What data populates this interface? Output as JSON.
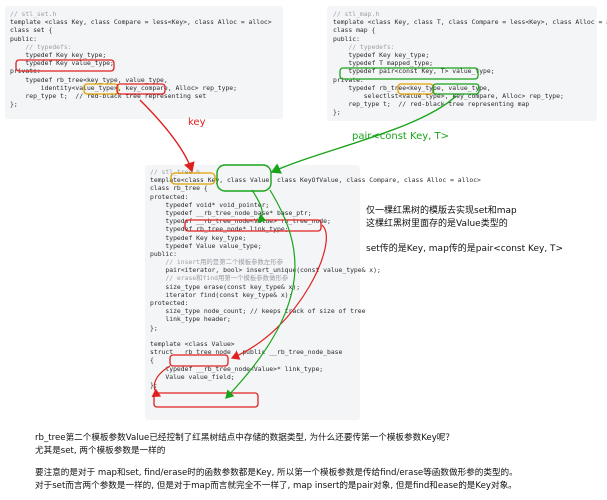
{
  "set_code": [
    "// stl_set.h",
    "template <class Key, class Compare = less<Key>, class Alloc = alloc>",
    "class set {",
    "public:",
    "    // typedefs:",
    "    typedef Key key_type;",
    "    typedef Key value_type;",
    "private:",
    "    typedef rb_tree<key_type, value_type,",
    "        identity<value_type>, key_compare, Alloc> rep_type;",
    "    rep_type t;  // red-black tree representing set",
    "};"
  ],
  "map_code": [
    "// stl_map.h",
    "template <class Key, class T, class Compare = less<Key>, class Alloc = alloc>",
    "class map {",
    "public:",
    "    // typedefs:",
    "    typedef Key key_type;",
    "    typedef T mapped_type;",
    "    typedef pair<const Key, T> value_type;",
    "private:",
    "    typedef rb_tree<key_type, value_type,",
    "        selectlst<value_type>, key_compare, Alloc> rep_type;",
    "    rep_type t;  // red-black tree representing map",
    "};"
  ],
  "tree_code": [
    "// stl_tree.h",
    "template<class Key, class Value, class KeyOfValue, class Compare, class Alloc = alloc>",
    "class rb_tree {",
    "protected:",
    "    typedef void* void_pointer;",
    "    typedef __rb_tree_node_base* base_ptr;",
    "    typedef __rb_tree_node<Value> rb_tree_node;",
    "    typedef rb_tree_node* link_type;",
    "    typedef Key key_type;",
    "    typedef Value value_type;",
    "public:",
    "    // insert用的是第二个模板参数左形参",
    "    pair<iterator, bool> insert_unique(const value_type& x);",
    "    // erase和find用第一个模板参数做形参",
    "    size_type erase(const key_type& x);",
    "    iterator find(const key_type& x);",
    "protected:",
    "    size_type node_count; // keeps track of size of tree",
    "    link_type header;",
    "};",
    "",
    "template <class Value>",
    "struct __rb_tree_node : public __rb_tree_node_base",
    "{",
    "    typedef __rb_tree_node<Value>* link_type;",
    "    Value value_field;",
    "};"
  ],
  "labels": {
    "key": "key",
    "pair": "pair<const Key, T>"
  },
  "note": {
    "line1": "仅一棵红黑树的模版去实现set和map",
    "line2": "这棵红黑树里面存的是Value类型的",
    "line3": "set传的是Key, map传的是pair<const Key, T>"
  },
  "bottom": {
    "line1": "rb_tree第二个模板参数Value已经控制了红黑树结点中存储的数据类型, 为什么还要传第一个模板参数Key呢？",
    "line2": "尤其是set, 两个模板参数是一样的",
    "line3": "要注意的是对于 map和set, find/erase时的函数参数都是Key, 所以第一个模板参数是传给find/erase等函数做形参的类型的。",
    "line4": "对于set而言两个参数是一样的, 但是对于map而言就完全不一样了, map insert的是pair对象, 但是find和ease的是Key对象。"
  },
  "colors": {
    "red": "#e02020",
    "green": "#1aa31a"
  }
}
